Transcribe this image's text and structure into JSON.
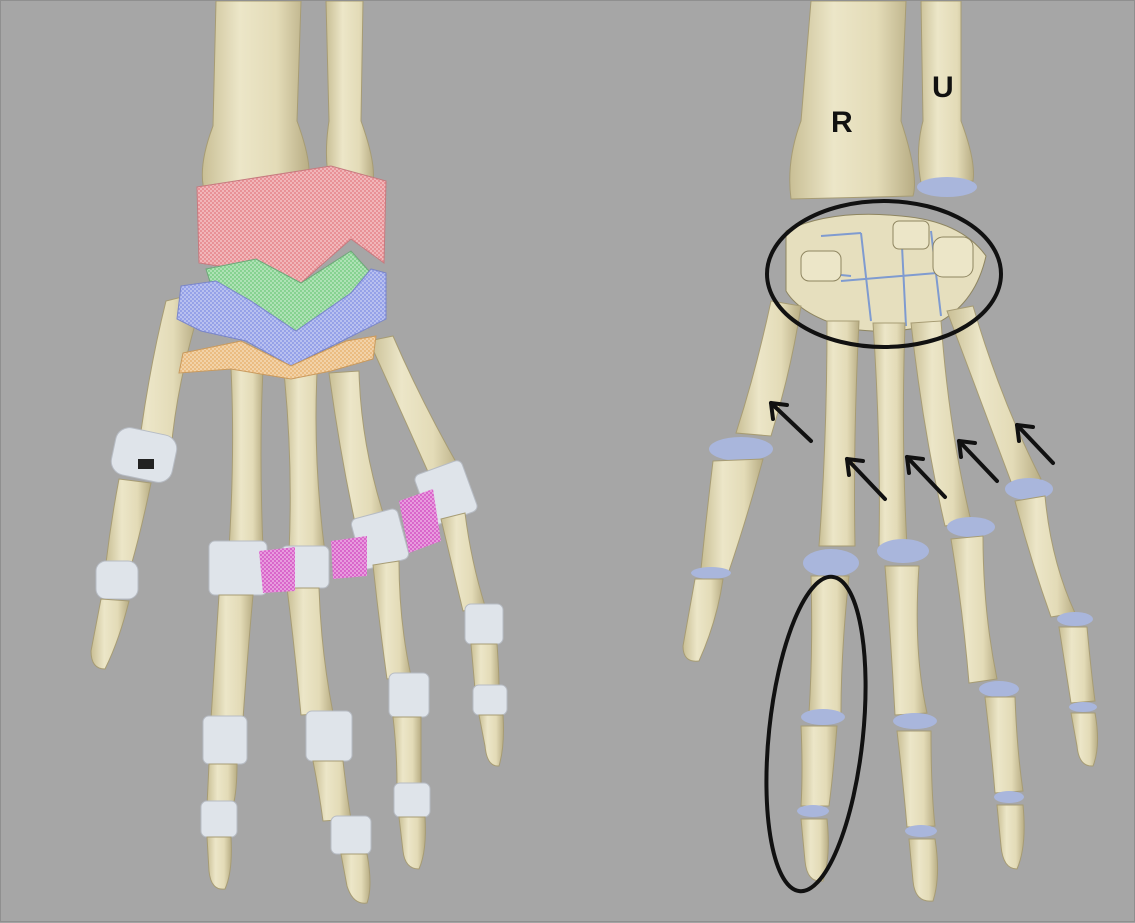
{
  "labels": {
    "radius": "R",
    "ulna": "U"
  },
  "colors": {
    "background": "#a6a6a6",
    "bone": "#e6dfbe",
    "bone_shadow": "#b9ae86",
    "cartilage": "#a9b6dc",
    "ligament_sheath": "#dfe4ea",
    "proximal_row_highlight": "#e68a8f",
    "distal_row_highlight": "#7fcf8a",
    "carpometacarpal_highlight": "#8f9be6",
    "metacarpal_base_highlight": "#e9b87a",
    "intermetacarpal_highlight": "#d65cc7",
    "annotation": "#111111"
  },
  "annotations": {
    "carpal_ellipse": "ellipse",
    "finger_ellipse": "ellipse",
    "arrows": [
      "arrow",
      "arrow",
      "arrow",
      "arrow",
      "arrow"
    ]
  }
}
